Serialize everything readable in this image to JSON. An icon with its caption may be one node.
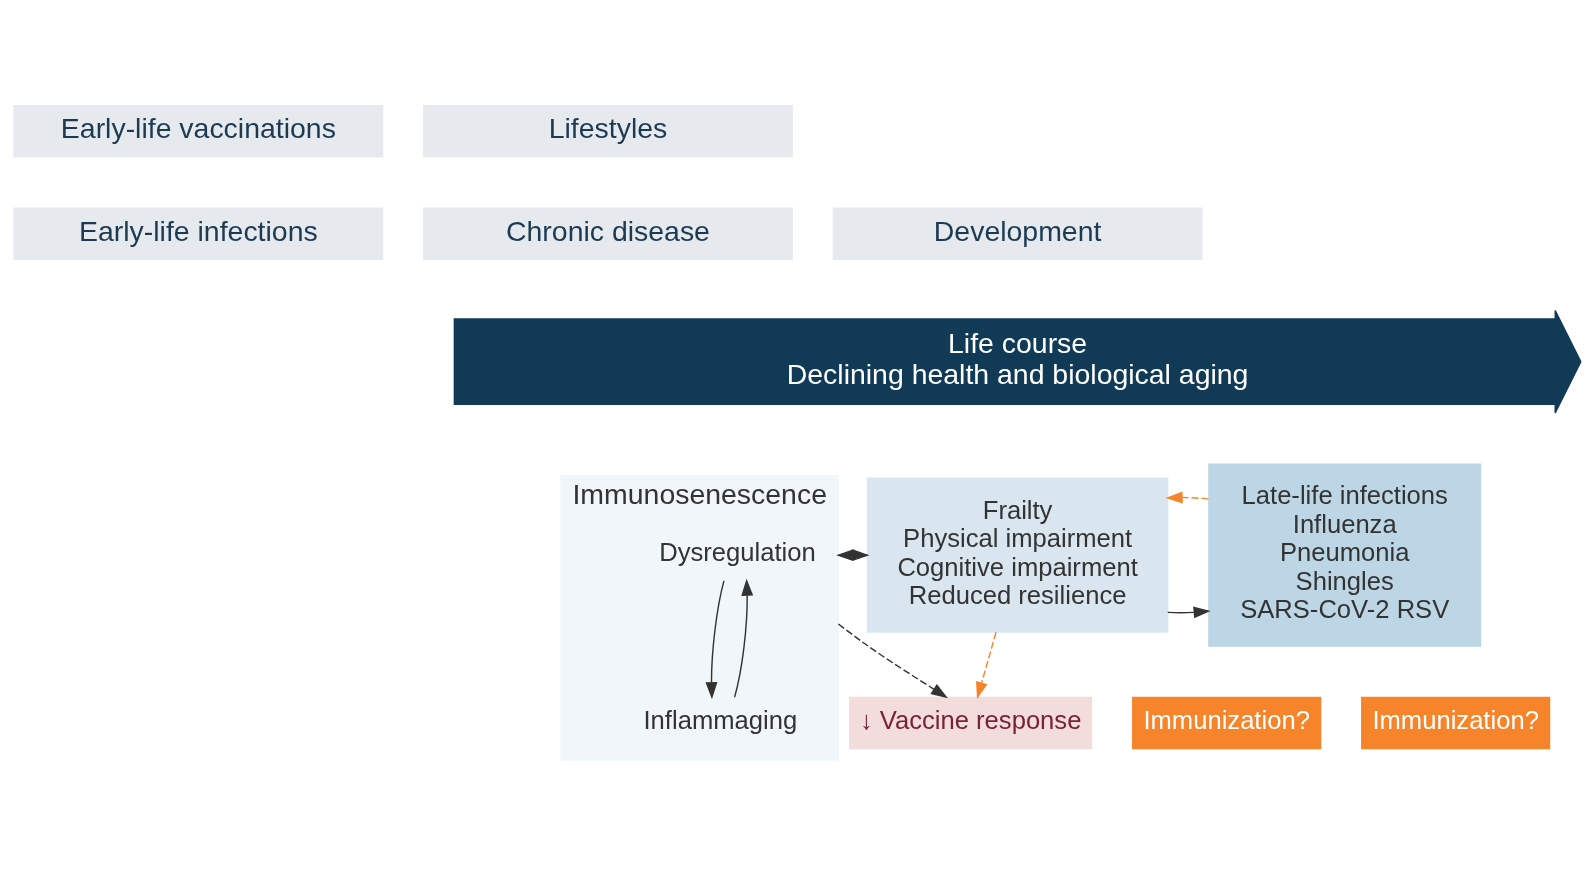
{
  "diagram": {
    "nodes": [
      {
        "text": [
          "Early-life vaccinations"
        ]
      },
      {
        "text": [
          "Lifestyles"
        ]
      },
      {
        "text": [
          "Early-life infections"
        ]
      },
      {
        "text": [
          "Development"
        ]
      },
      {
        "text": [
          "Chronic disease"
        ]
      },
      {
        "text": [
          "Life course",
          "Declining health and biological aging"
        ]
      },
      {
        "text": [
          "Immunosenescence"
        ]
      },
      {
        "text": [
          "Dysregulation"
        ],
        "in": 6
      },
      {
        "text": [
          "Inflammaging"
        ],
        "in": 6
      },
      {
        "text": [
          "Frailty",
          "Physical impairment",
          "Cognitive impairment",
          "Reduced resilience"
        ]
      },
      {
        "text": [
          "Late-life infections",
          "Influenza",
          "Pneumonia",
          "Shingles",
          "SARS-CoV-2 RSV"
        ]
      },
      {
        "text": [
          "Immunization?"
        ]
      },
      {
        "text": [
          "Immunization?"
        ]
      },
      {
        "text": [
          "↓ Vaccine response"
        ]
      }
    ],
    "edges": [
      {
        "from": 8,
        "to": 7,
        "arrow": "to"
      },
      {
        "from": 7,
        "to": 8,
        "arrow": "to"
      },
      {
        "from": 6,
        "to": 9,
        "arrow": "to"
      },
      {
        "from": 9,
        "to": 10,
        "arrow": "to"
      },
      {
        "from": 9,
        "to": 6,
        "arrow": "to",
        "style": "dashed"
      },
      {
        "from": 6,
        "to": 13,
        "arrow": "to",
        "style": "dashed"
      },
      {
        "from": 9,
        "to": 13,
        "arrow": "to",
        "style": "dashed",
        "color": "#f5842a"
      },
      {
        "from": 10,
        "to": 9,
        "arrow": "to",
        "style": "dashed",
        "color": "#f5842a"
      }
    ]
  }
}
